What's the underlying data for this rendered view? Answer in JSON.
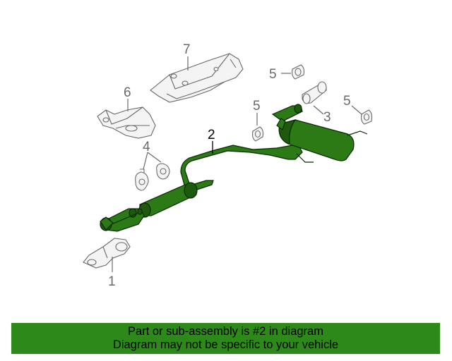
{
  "callouts": {
    "c1": "1",
    "c2": "2",
    "c3": "3",
    "c4": "4",
    "c5a": "5",
    "c5b": "5",
    "c5c": "5",
    "c6": "6",
    "c7": "7"
  },
  "highlighted_part": "2",
  "colors": {
    "highlight": "#2c7a15",
    "banner": "#2d8a19"
  },
  "banner": {
    "line1": "Part or sub-assembly is #2 in diagram",
    "line2": "Diagram may not be specific to your vehicle"
  }
}
